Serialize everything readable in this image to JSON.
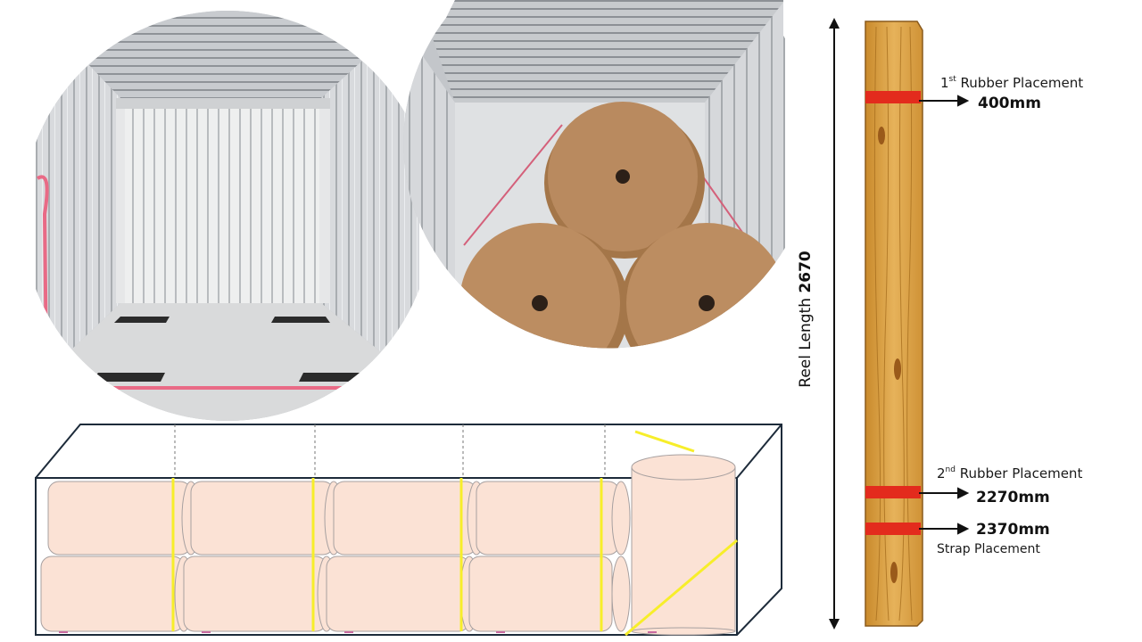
{
  "reel": {
    "length_label": "Reel Length",
    "length_value": "2670"
  },
  "placements": [
    {
      "ordinal": "1",
      "suffix": "st",
      "title": "Rubber Placement",
      "value": "400mm"
    },
    {
      "ordinal": "2",
      "suffix": "nd",
      "title": "Rubber Placement",
      "value": "2270mm"
    },
    {
      "ordinal": "",
      "suffix": "",
      "title": "Strap Placement",
      "value": "2370mm"
    }
  ],
  "colors": {
    "rubber": "#e32b1d",
    "strap": "#f7ee2a",
    "reel_fill": "#fbe2d5",
    "kraft": "#b98a5f",
    "container_wall": "#c9cdd1",
    "wood": "#e0a845"
  }
}
